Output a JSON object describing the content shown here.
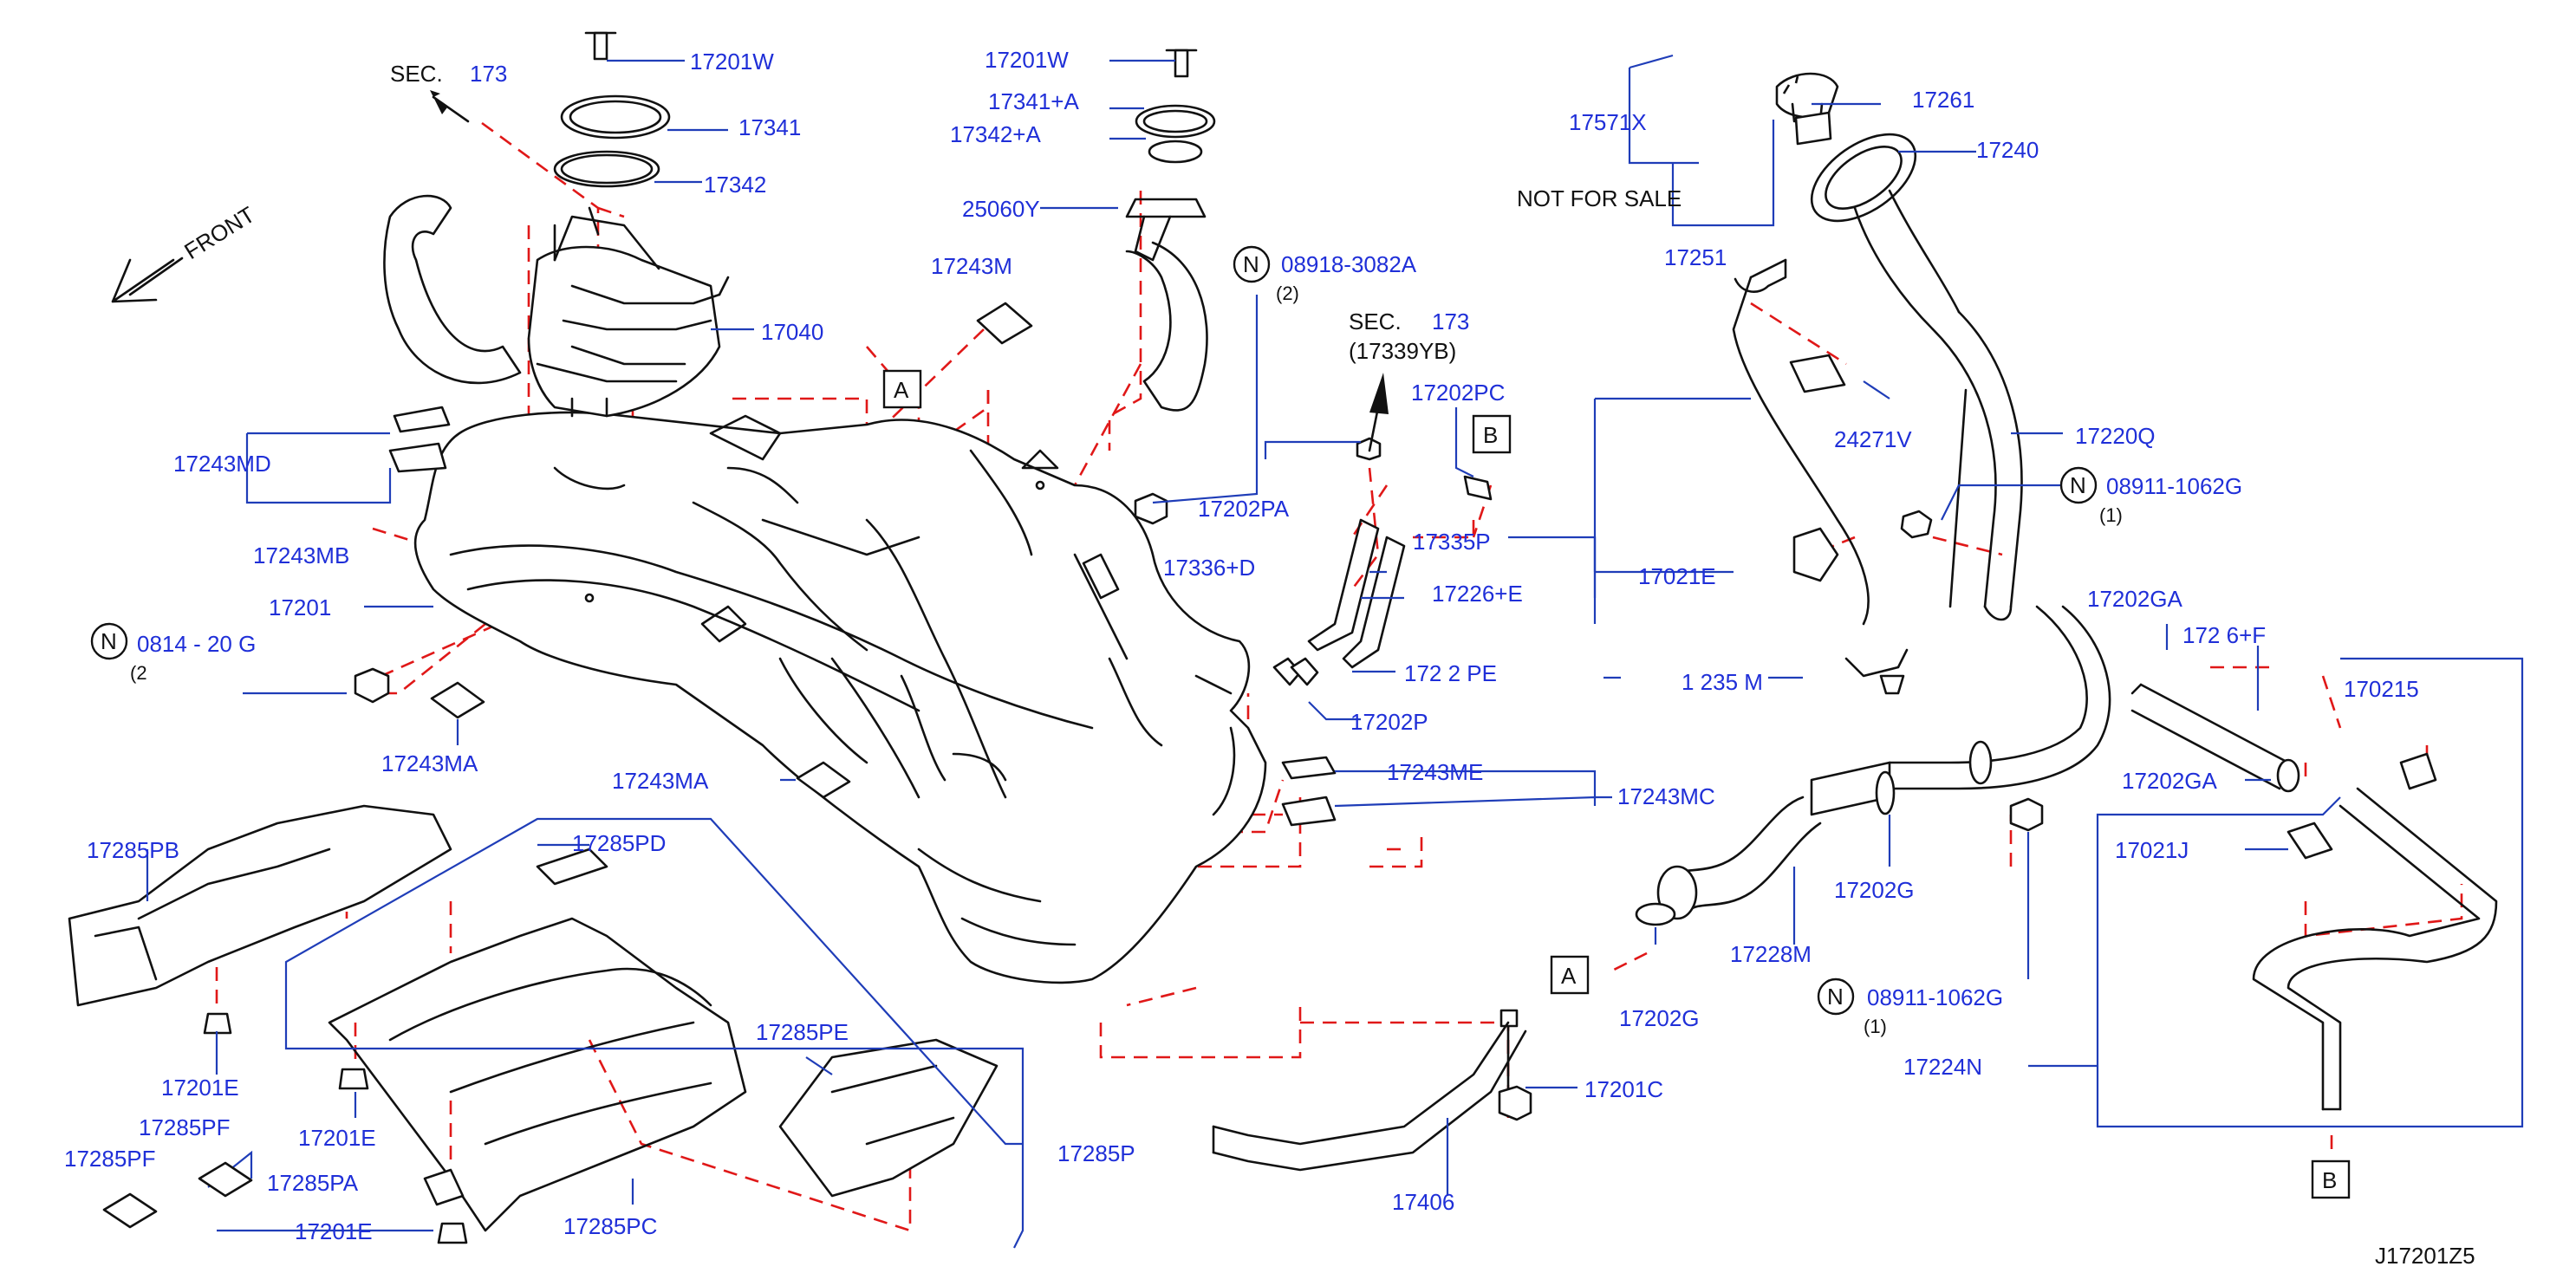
{
  "diagram": {
    "front_label": "FRONT",
    "sec_173_top": {
      "prefix": "SEC.",
      "number": "173"
    },
    "sec_173_mid": {
      "prefix": "SEC.",
      "number": "173",
      "sub": "(17339YB)"
    },
    "not_for_sale": "NOT   FOR   SALE",
    "figure_code": "J17201Z5",
    "ref_A": "A",
    "ref_B": "B",
    "n_symbol": "N",
    "parts": {
      "p17201W_left": "17201W",
      "p17341": "17341",
      "p17342": "17342",
      "p17040": "17040",
      "p17243MD": "17243MD",
      "p17243MB": "17243MB",
      "p17201": "17201",
      "p0814_partial": "0814  -  20 G",
      "p0814_qty": "(2",
      "p17243MA_left": "17243MA",
      "p17243MA_mid": "17243MA",
      "p17201W_mid": "17201W",
      "p17341A": "17341+A",
      "p17342A": "17342+A",
      "p25060Y": "25060Y",
      "p17243M": "17243M",
      "p08918": "08918-3082A",
      "p08918_qty": "(2)",
      "p17202PC": "17202PC",
      "p17202PA": "17202PA",
      "p17335P": "17335P",
      "p17336D": "17336+D",
      "p17226E": "17226+E",
      "p172PE_partial": "172  2 PE",
      "p17202P": "17202P",
      "p17243ME": "17243ME",
      "p17243MC": "17243MC",
      "p17571X": "17571X",
      "p17261": "17261",
      "p17240": "17240",
      "p17251": "17251",
      "p24271V": "24271V",
      "p17220Q": "17220Q",
      "p08911_top": "08911-1062G",
      "p08911_top_qty": "(1)",
      "p17021E": "17021E",
      "p1235M_partial": "1 235 M",
      "p17202GA_top": "17202GA",
      "p17226F_partial": "172  6+F",
      "p17021S_partial": "170215",
      "p17202GA_bot": "17202GA",
      "p17021J": "17021J",
      "p17202G_right": "17202G",
      "p17228M": "17228M",
      "p17202G_low": "17202G",
      "p08911_bot": "08911-1062G",
      "p08911_bot_qty": "(1)",
      "p17224N": "17224N",
      "p17201C": "17201C",
      "p17406": "17406",
      "p17285PB": "17285PB",
      "p17285PD": "17285PD",
      "p17285PE": "17285PE",
      "p17285P": "17285P",
      "p17201E_a": "17201E",
      "p17201E_b": "17201E",
      "p17201E_c": "17201E",
      "p17285PF_a": "17285PF",
      "p17285PF_b": "17285PF",
      "p17285PA": "17285PA",
      "p17285PC": "17285PC"
    }
  }
}
